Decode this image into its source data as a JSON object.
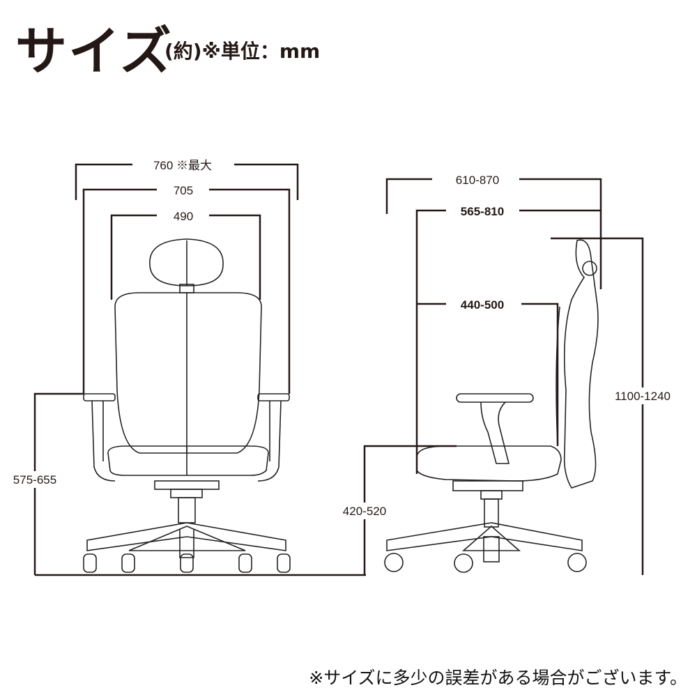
{
  "header": {
    "title": "サイズ",
    "subtitle": "(約)※単位：mm"
  },
  "front_view": {
    "width_max": "760 ※最大",
    "width_armrest": "705",
    "width_back": "490",
    "armrest_height": "575-655"
  },
  "side_view": {
    "depth_max": "610-870",
    "depth": "565-810",
    "seat_depth": "440-500",
    "total_height": "1100-1240",
    "seat_height": "420-520"
  },
  "footer": {
    "note": "※サイズに多少の誤差がある場合がございます。"
  }
}
